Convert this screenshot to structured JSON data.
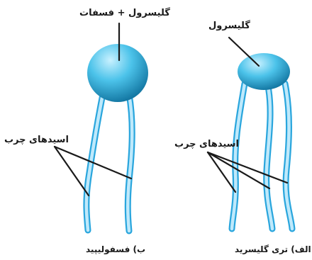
{
  "labels": {
    "phospholipid_head": "گلیسرول + فسفات",
    "triglyceride_head": "گلیسرول",
    "fatty_acids_left": "اسیدهای چرب",
    "fatty_acids_right": "اسیدهای چرب"
  },
  "captions": {
    "phospholipid": "ب) فسفولیپید",
    "triglyceride": "الف) تری گلیسرید"
  },
  "colors": {
    "head_highlight": "#c9f1ff",
    "head_mid": "#4cc3ea",
    "head_dark": "#0d6f9b",
    "tail_fill": "#bfe9fb",
    "tail_stroke": "#2aa6dd",
    "leader_line": "#1a1a1a"
  }
}
